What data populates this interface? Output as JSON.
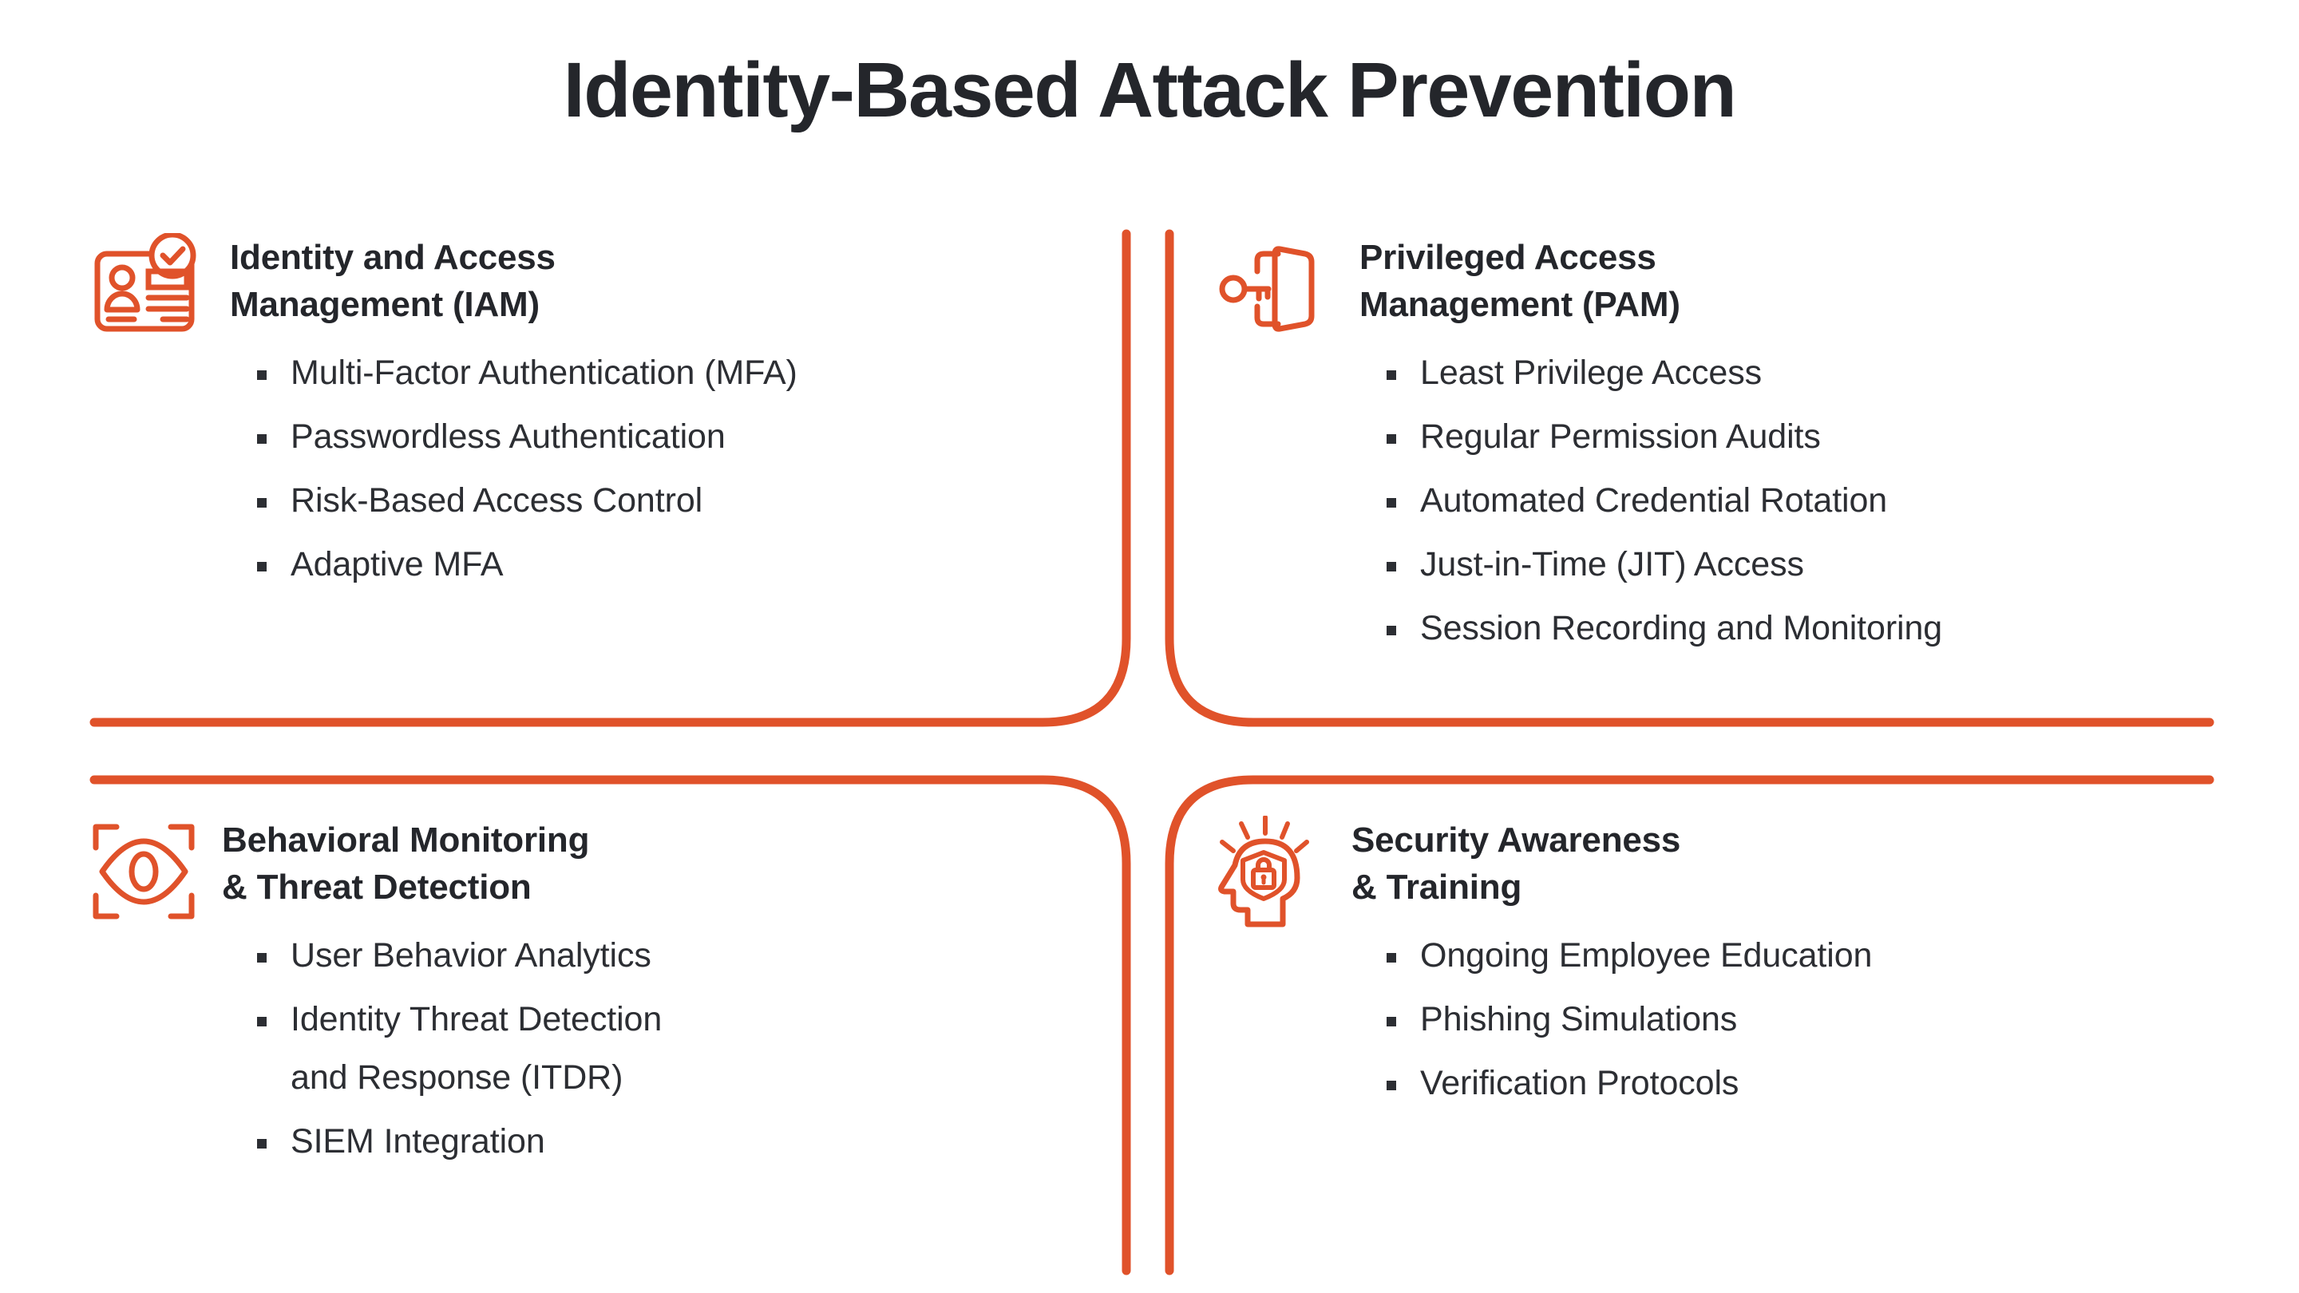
{
  "page": {
    "title": "Identity-Based Attack Prevention",
    "accent_color": "#E0522A",
    "text_color": "#24262b",
    "background_color": "#ffffff"
  },
  "quadrants": [
    {
      "id": "iam",
      "icon": "id-card-check-icon",
      "title_line1": "Identity and Access",
      "title_line2": "Management (IAM)",
      "items": [
        "Multi-Factor Authentication (MFA)",
        "Passwordless Authentication",
        "Risk-Based Access Control",
        "Adaptive MFA"
      ]
    },
    {
      "id": "pam",
      "icon": "key-door-icon",
      "title_line1": "Privileged Access",
      "title_line2": "Management (PAM)",
      "items": [
        "Least Privilege Access",
        "Regular Permission Audits",
        "Automated Credential Rotation",
        "Just-in-Time (JIT) Access",
        "Session Recording and Monitoring"
      ]
    },
    {
      "id": "behavioral",
      "icon": "eye-scan-icon",
      "title_line1": "Behavioral Monitoring",
      "title_line2": "& Threat Detection",
      "items": [
        "User Behavior Analytics",
        "Identity Threat Detection",
        "SIEM Integration"
      ],
      "item_wraps": {
        "1": "and Response (ITDR)"
      }
    },
    {
      "id": "awareness",
      "icon": "head-shield-lock-icon",
      "title_line1": "Security Awareness",
      "title_line2": "& Training",
      "items": [
        "Ongoing Employee Education",
        "Phishing Simulations",
        "Verification Protocols"
      ]
    }
  ]
}
